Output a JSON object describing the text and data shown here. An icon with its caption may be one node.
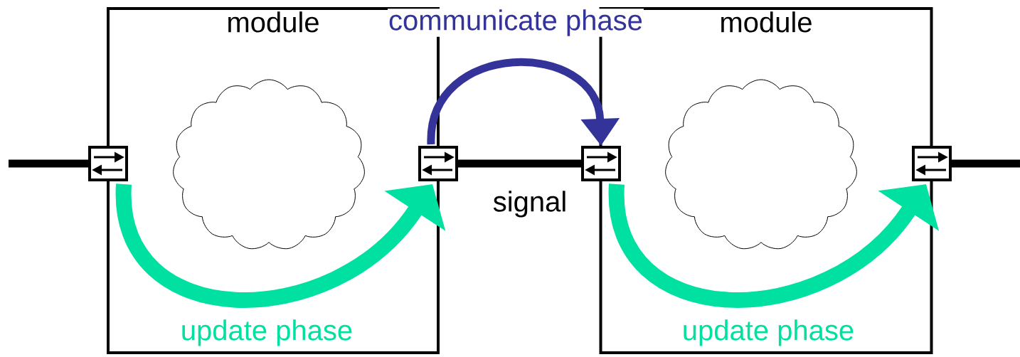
{
  "diagram": {
    "nodes": [
      {
        "text": [
          "module"
        ]
      },
      {
        "text": [
          "module"
        ]
      },
      {
        "text": [],
        "shape": "cloud",
        "in": 0
      },
      {
        "text": [],
        "shape": "box"
      },
      {
        "text": [],
        "shape": "box"
      },
      {
        "text": [],
        "shape": "box"
      },
      {
        "text": [],
        "shape": "box"
      },
      {
        "text": [],
        "shape": "cloud",
        "in": 1
      }
    ],
    "edges": [
      {
        "from": null,
        "to": 3,
        "arrow": "none"
      },
      {
        "from": 3,
        "to": 4,
        "arrow": "to",
        "style": "thick",
        "color": "#00e0a0",
        "label": "update phase"
      },
      {
        "from": 4,
        "to": 5,
        "arrow": "none",
        "label": "signal"
      },
      {
        "from": 4,
        "to": 5,
        "arrow": "to",
        "color": "#333399",
        "label": "communicate phase"
      },
      {
        "from": 5,
        "to": 6,
        "arrow": "to",
        "style": "thick",
        "color": "#00e0a0",
        "label": "update phase"
      },
      {
        "from": 6,
        "to": null,
        "arrow": "none"
      }
    ]
  }
}
